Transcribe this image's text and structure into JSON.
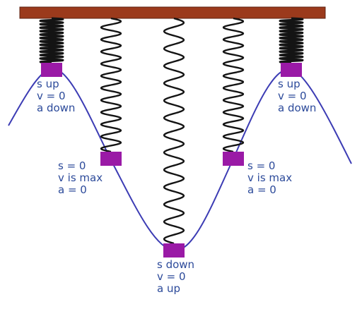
{
  "colors": {
    "ceiling": "#9b3a1c",
    "spring": "#141414",
    "mass": "#9a1aa6",
    "wave": "#3c3cb4",
    "label": "#2c4a9a"
  },
  "states": [
    {
      "lines": [
        "s up",
        "v = 0",
        "a down"
      ]
    },
    {
      "lines": [
        "s = 0",
        "v is max",
        "a = 0"
      ]
    },
    {
      "lines": [
        "s down",
        "v = 0",
        "a up"
      ]
    },
    {
      "lines": [
        "s = 0",
        "v is max",
        "a = 0"
      ]
    },
    {
      "lines": [
        "s up",
        "v = 0",
        "a down"
      ]
    }
  ]
}
